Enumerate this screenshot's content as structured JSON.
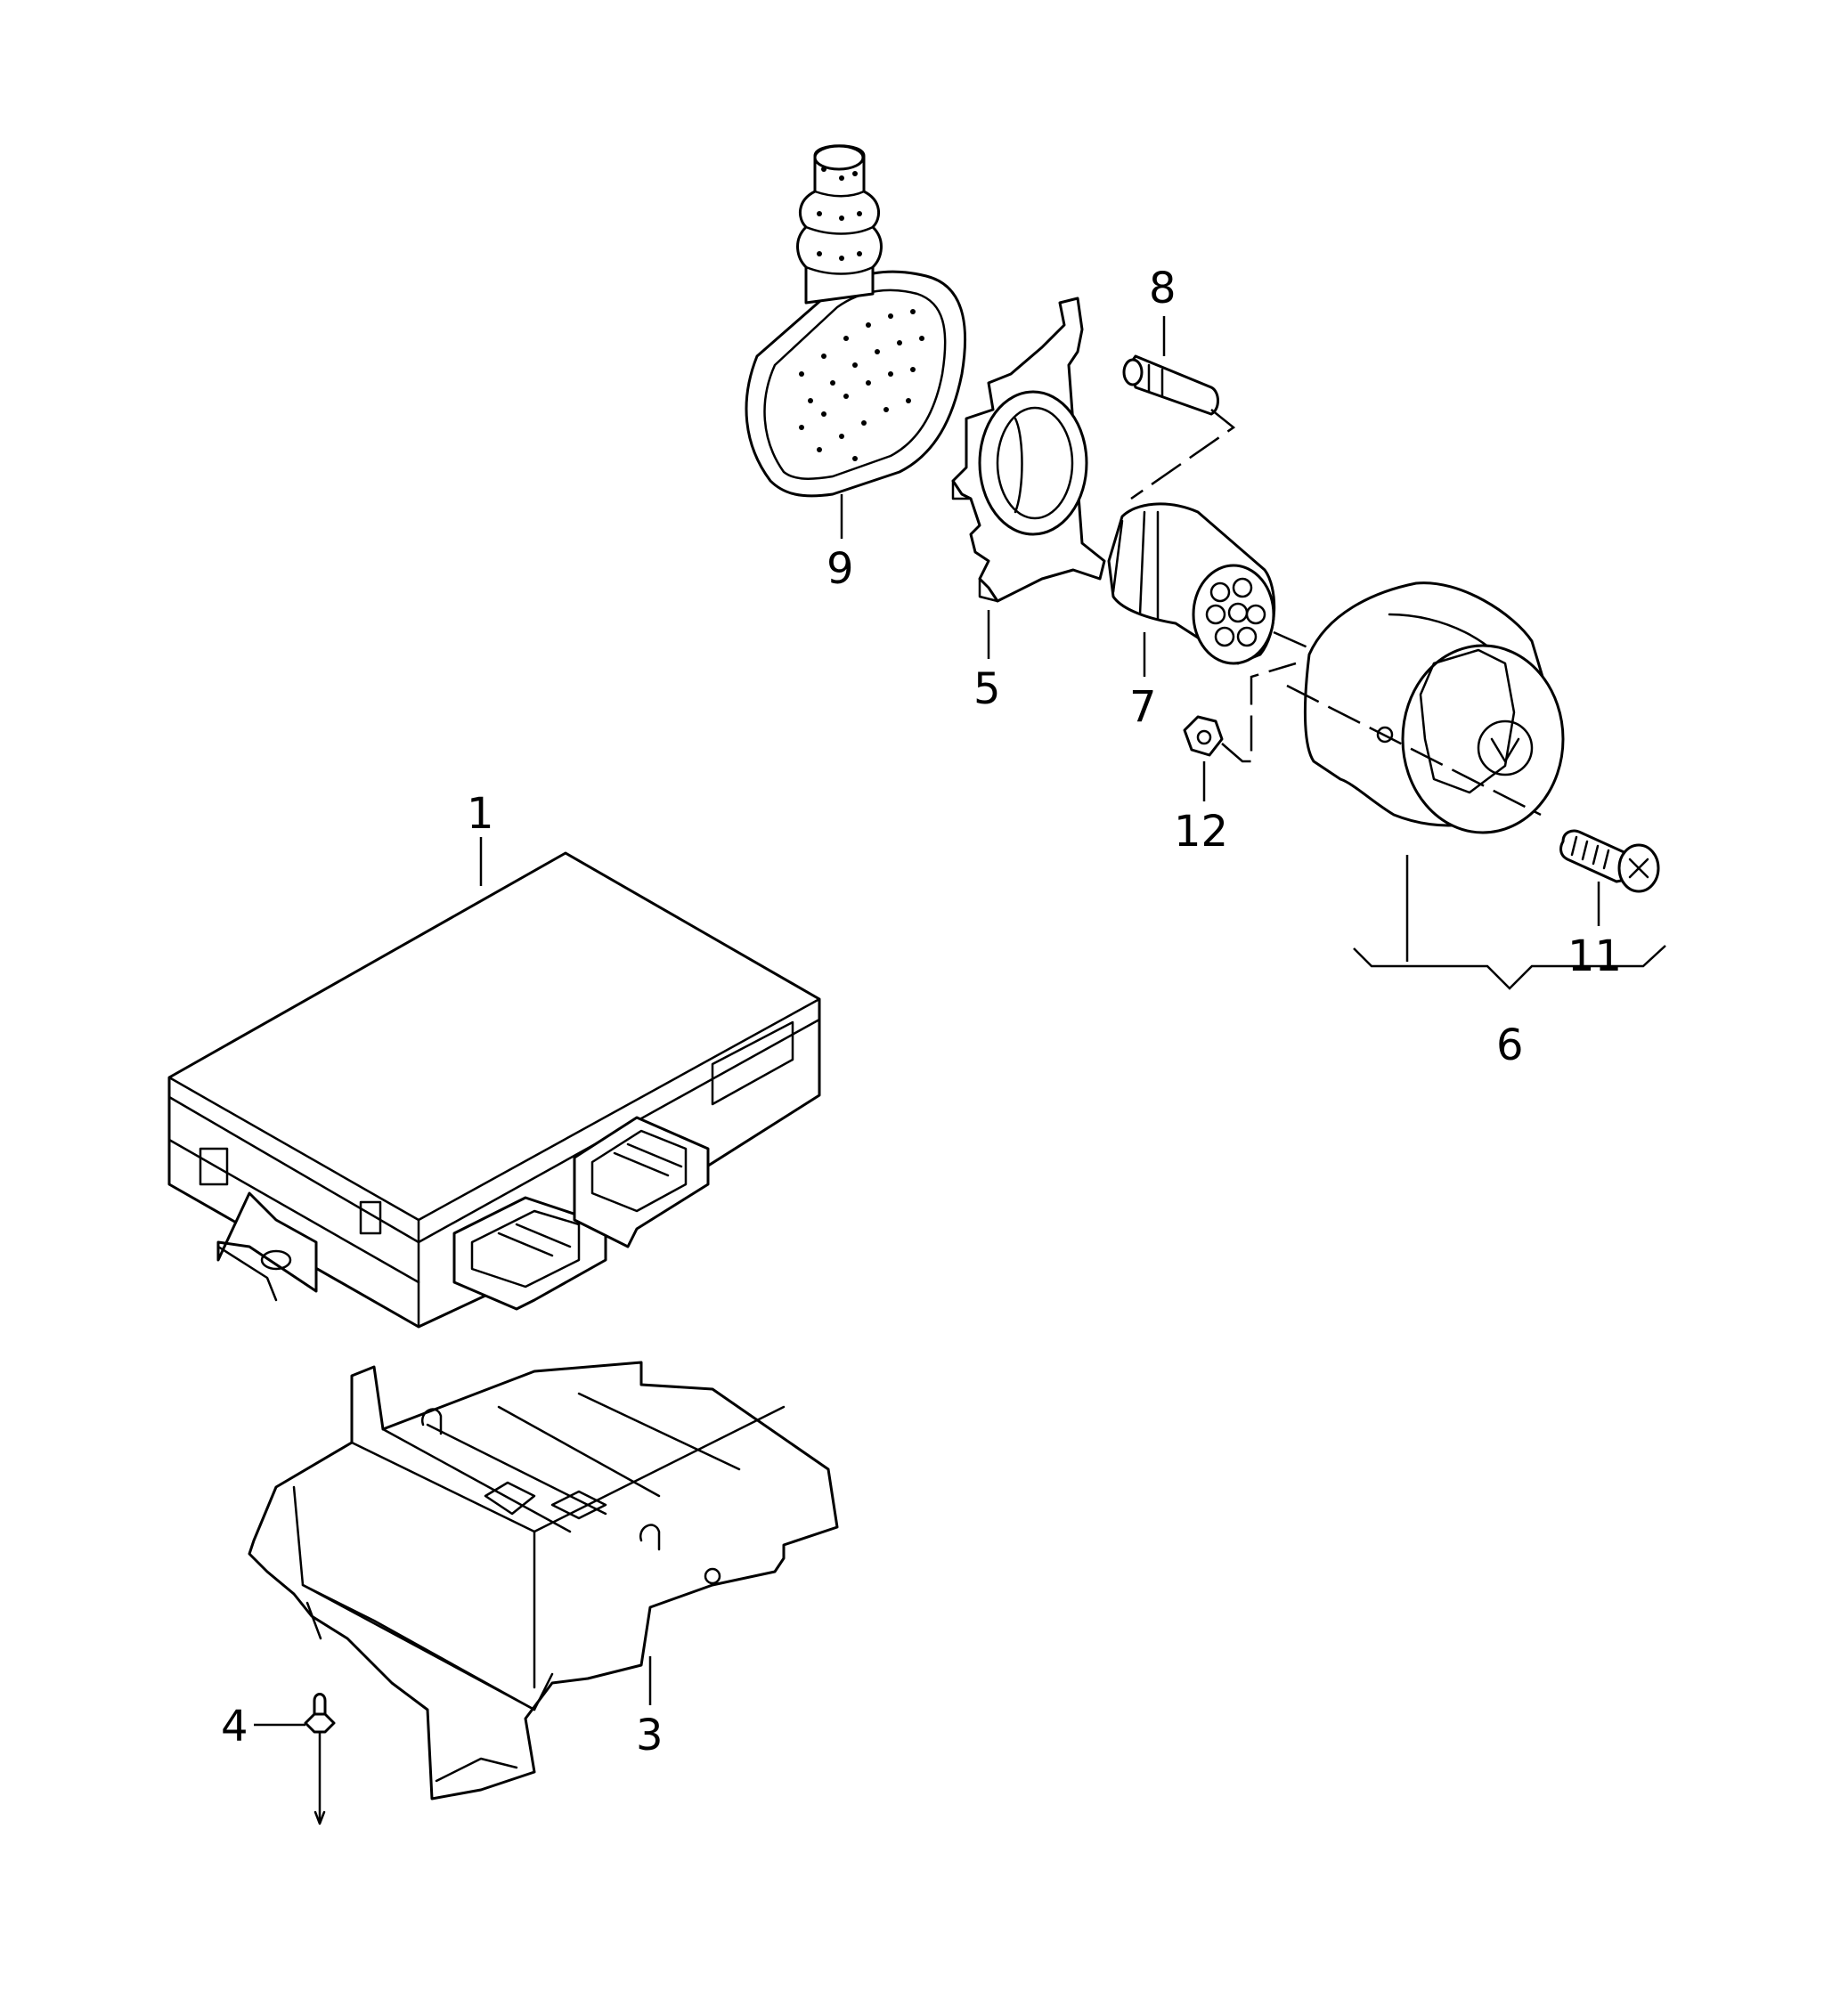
{
  "callouts": {
    "part_1": "1",
    "part_3": "3",
    "part_4": "4",
    "part_5": "5",
    "part_6": "6",
    "part_7": "7",
    "part_8": "8",
    "part_9": "9",
    "part_11": "11",
    "part_12": "12"
  },
  "colors": {
    "line": "#000000",
    "background": "#ffffff"
  }
}
